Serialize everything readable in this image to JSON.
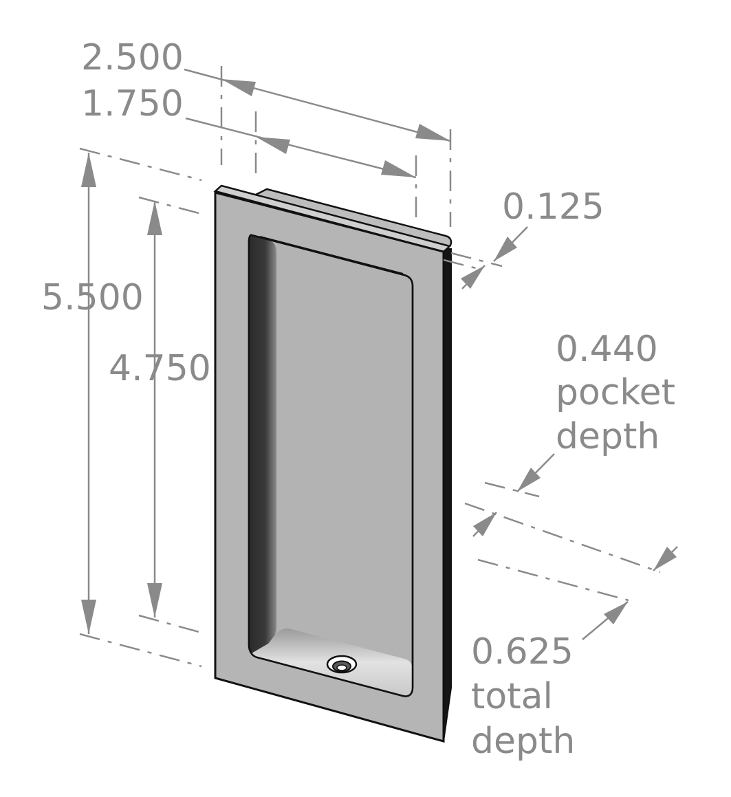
{
  "dimensions": {
    "overall_width": "2.500",
    "pocket_width": "1.750",
    "flange_thickness": "0.125",
    "overall_height": "5.500",
    "pocket_height": "4.750",
    "pocket_depth_value": "0.440",
    "pocket_depth_line1": "pocket",
    "pocket_depth_line2": "depth",
    "total_depth_value": "0.625",
    "total_depth_line1": "total",
    "total_depth_line2": "depth"
  },
  "colors": {
    "dimension": "#8a8a8a",
    "flange_face": "#b5b5b5",
    "pocket_shadow": "#2e2e2e",
    "outline": "#111111"
  }
}
